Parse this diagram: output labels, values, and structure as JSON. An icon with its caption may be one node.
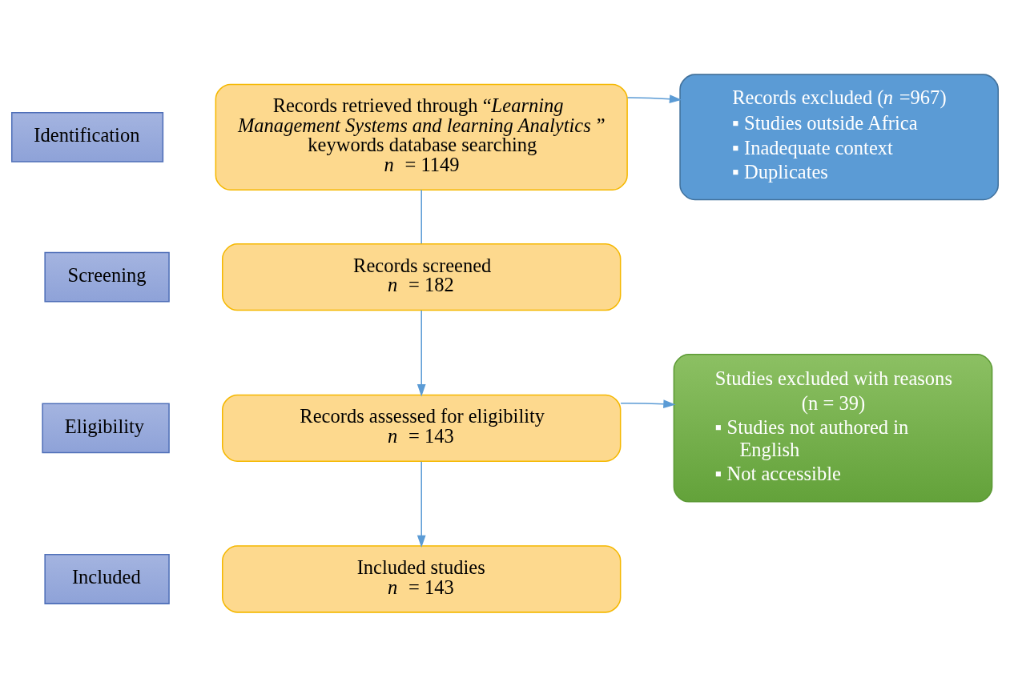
{
  "diagram": {
    "nodes": [
      {
        "text": [
          "Identification"
        ]
      },
      {
        "text": [
          "Records retrieved through “*Learning Management Systems and learning Analytics*” keywords database searching",
          "*n* = 1149"
        ]
      },
      {
        "text": [
          "Records excluded (*n*=967)",
          "▪ Studies outside Africa",
          "▪ Inadequate context",
          "▪ Duplicates"
        ]
      },
      {
        "text": [
          "Screening"
        ]
      },
      {
        "text": [
          "Records screened",
          "*n* = 182"
        ]
      },
      {
        "text": [
          "Eligibility"
        ]
      },
      {
        "text": [
          "Records assessed for eligibility",
          "*n* = 143"
        ]
      },
      {
        "text": [
          "Studies excluded with reasons",
          "(n = 39)",
          "▪ Studies not authored in English",
          "▪ Not accessible"
        ]
      },
      {
        "text": [
          "Included"
        ]
      },
      {
        "text": [
          "Included studies",
          "*n* = 143"
        ]
      }
    ],
    "edges": [
      {
        "from": 1,
        "to": 4,
        "arrow": "none"
      },
      {
        "from": 1,
        "to": 2,
        "arrow": "to"
      },
      {
        "from": 4,
        "to": 6,
        "arrow": "to"
      },
      {
        "from": 6,
        "to": 7,
        "arrow": "to"
      },
      {
        "from": 6,
        "to": 9,
        "arrow": "to"
      }
    ]
  }
}
